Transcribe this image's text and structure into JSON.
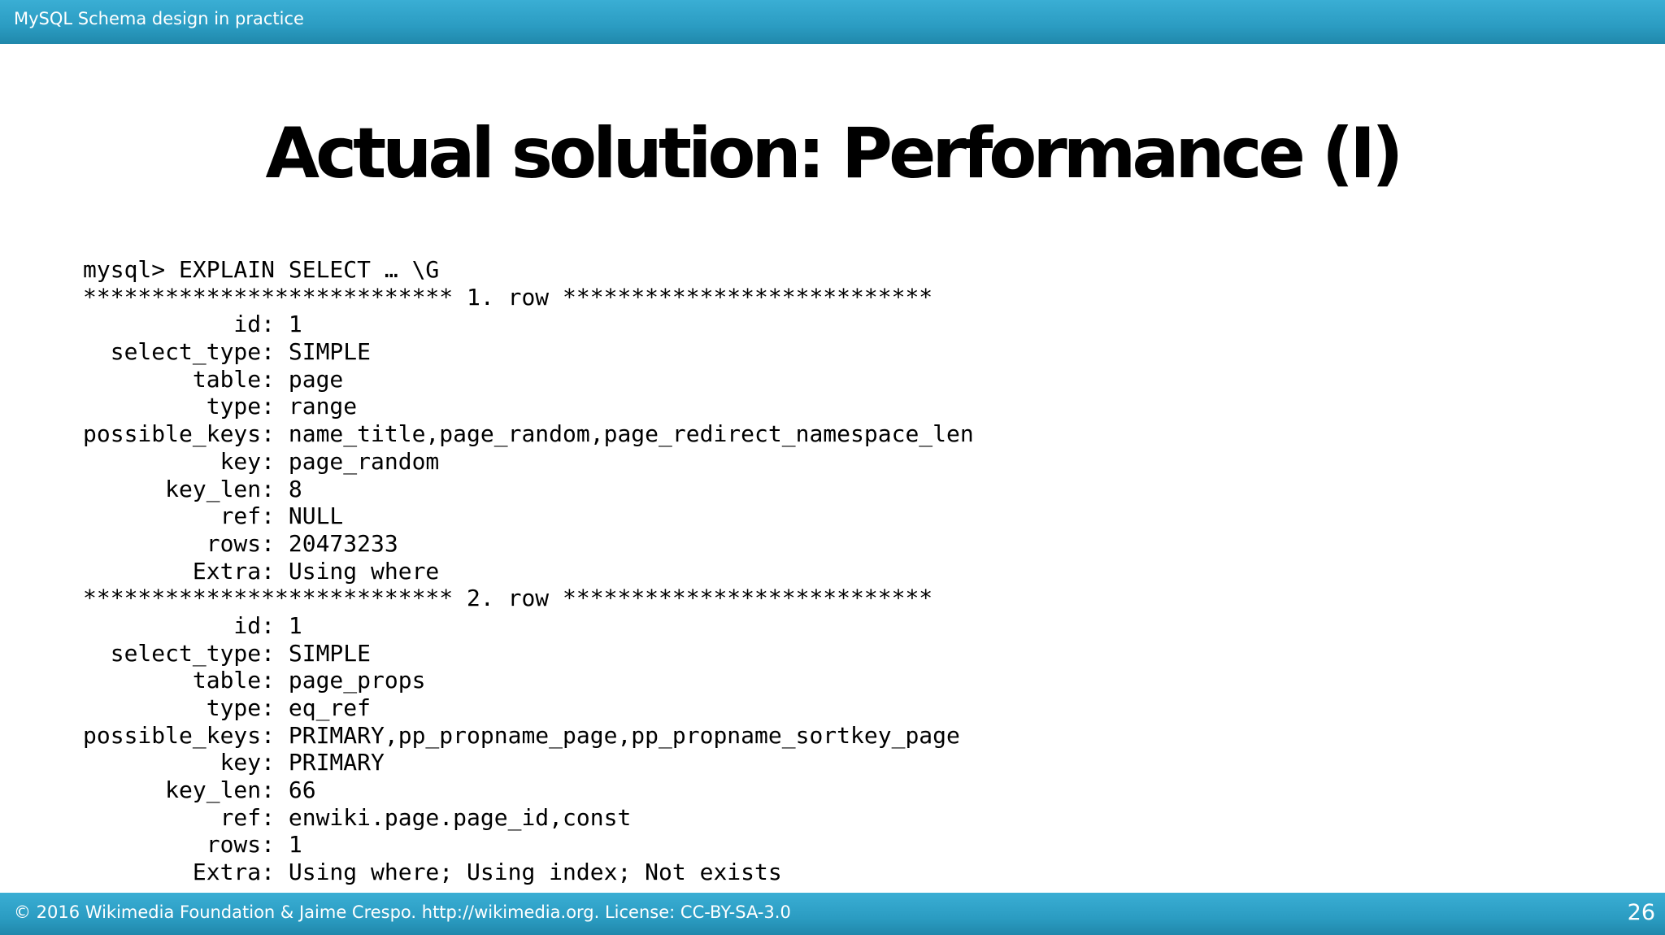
{
  "header": {
    "title": "MySQL Schema design in practice"
  },
  "slide": {
    "title": "Actual solution: Performance (I)",
    "code_lines": [
      "mysql> EXPLAIN SELECT … \\G",
      "*************************** 1. row ***************************",
      "           id: 1",
      "  select_type: SIMPLE",
      "        table: page",
      "         type: range",
      "possible_keys: name_title,page_random,page_redirect_namespace_len",
      "          key: page_random",
      "      key_len: 8",
      "          ref: NULL",
      "         rows: 20473233",
      "        Extra: Using where",
      "*************************** 2. row ***************************",
      "           id: 1",
      "  select_type: SIMPLE",
      "        table: page_props",
      "         type: eq_ref",
      "possible_keys: PRIMARY,pp_propname_page,pp_propname_sortkey_page",
      "          key: PRIMARY",
      "      key_len: 66",
      "          ref: enwiki.page.page_id,const",
      "         rows: 1",
      "        Extra: Using where; Using index; Not exists"
    ]
  },
  "footer": {
    "text": "© 2016 Wikimedia Foundation & Jaime Crespo. http://wikimedia.org. License: CC-BY-SA-3.0",
    "page_number": "26"
  },
  "colors": {
    "bar": "#2b9cc2",
    "bar_text": "#ffffff",
    "body_text": "#000000",
    "background": "#ffffff"
  }
}
